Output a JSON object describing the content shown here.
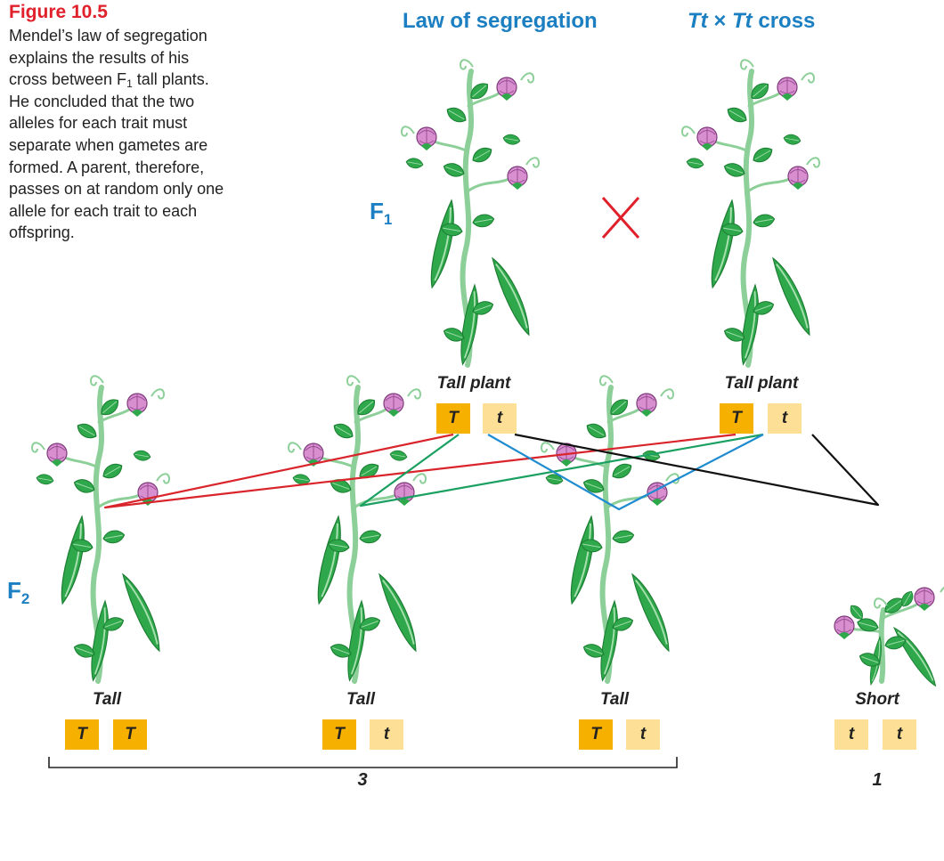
{
  "figure": {
    "title": "Figure 10.5",
    "caption_lines": [
      "Mendel’s law of segregation",
      "explains the results of his",
      "cross between F",
      " tall plants.",
      "He concluded that the two",
      "alleles for each trait must",
      "separate when gametes are",
      "formed. A parent, therefore,",
      "passes on at random only one",
      "allele for each trait to each",
      "offspring."
    ],
    "caption_sub": "1"
  },
  "headings": {
    "law": "Law of segregation",
    "cross_a": "Tt",
    "cross_x": "×",
    "cross_b": "Tt",
    "cross_word": " cross"
  },
  "generations": {
    "f1_letter": "F",
    "f1_sub": "1",
    "f2_letter": "F",
    "f2_sub": "2"
  },
  "parents": [
    {
      "label": "Tall plant",
      "alleles": [
        "T",
        "t"
      ]
    },
    {
      "label": "Tall plant",
      "alleles": [
        "T",
        "t"
      ]
    }
  ],
  "offspring": [
    {
      "label": "Tall",
      "alleles": [
        "T",
        "T"
      ]
    },
    {
      "label": "Tall",
      "alleles": [
        "T",
        "t"
      ]
    },
    {
      "label": "Tall",
      "alleles": [
        "T",
        "t"
      ]
    },
    {
      "label": "Short",
      "alleles": [
        "t",
        "t"
      ]
    }
  ],
  "ratio": {
    "tall": "3",
    "short": "1"
  },
  "colors": {
    "title": "#e0202a",
    "heading": "#1b7fc2",
    "dominant_allele": "#f6b000",
    "recessive_allele": "#fde095",
    "line_red": "#d9242b",
    "line_green": "#1aa060",
    "line_blue": "#1f8bd0",
    "line_black": "#111111",
    "leaf": "#2ea84a",
    "flower": "#c070b8"
  },
  "icons": {
    "cross_symbol": "cross-x-icon",
    "plant": "pea-plant-icon"
  }
}
